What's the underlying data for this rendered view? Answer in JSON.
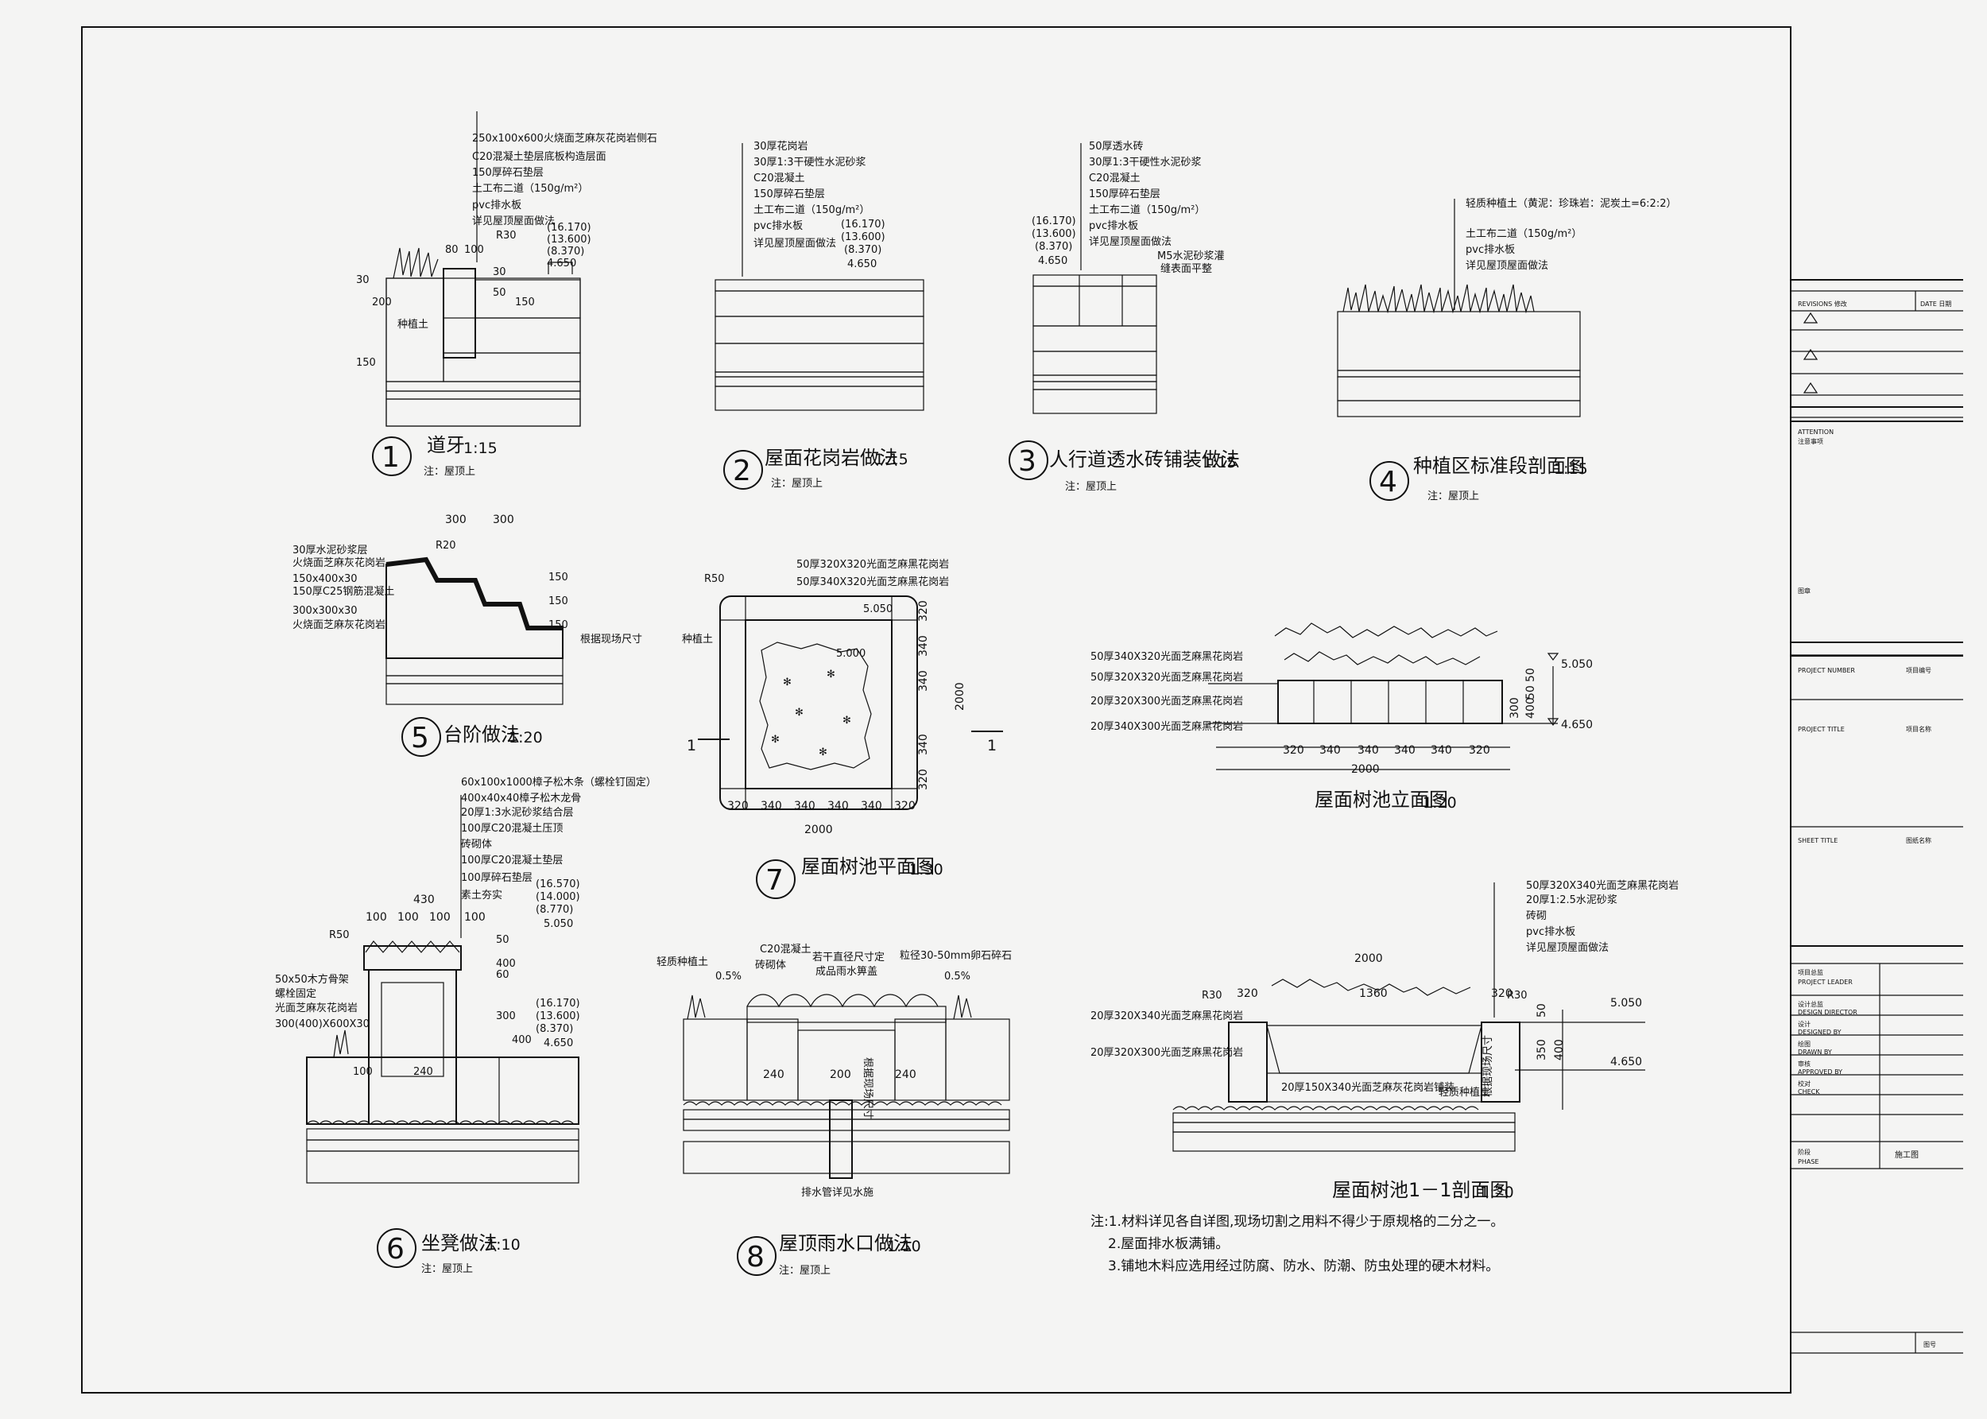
{
  "details": [
    {
      "num": "1",
      "title": "道牙",
      "scale": "1:15",
      "sub": "注：屋顶上",
      "layers": [
        "250x100x600火烧面芝麻灰花岗岩侧石",
        "C20混凝土垫层底板构造层面",
        "150厚碎石垫层",
        "土工布二道（150g/m²）",
        "pvc排水板",
        "详见屋顶屋面做法"
      ],
      "elev": [
        "(16.170)",
        "(13.600)",
        "(8.370)",
        "4.650"
      ],
      "dims": [
        "80",
        "100",
        "R30",
        "30",
        "200",
        "150",
        "30",
        "150",
        "50",
        "种植土"
      ]
    },
    {
      "num": "2",
      "title": "屋面花岗岩做法",
      "scale": "1:15",
      "sub": "注：屋顶上",
      "layers": [
        "30厚花岗岩",
        "30厚1:3干硬性水泥砂浆",
        "C20混凝土",
        "150厚碎石垫层",
        "土工布二道（150g/m²）",
        "pvc排水板",
        "详见屋顶屋面做法"
      ],
      "elev": [
        "(16.170)",
        "(13.600)",
        "(8.370)",
        "4.650"
      ]
    },
    {
      "num": "3",
      "title": "人行道透水砖铺装做法",
      "scale": "1:15",
      "sub": "注：屋顶上",
      "layers": [
        "50厚透水砖",
        "30厚1:3干硬性水泥砂浆",
        "C20混凝土",
        "150厚碎石垫层",
        "土工布二道（150g/m²）",
        "pvc排水板",
        "详见屋顶屋面做法"
      ],
      "elev": [
        "(16.170)",
        "(13.600)",
        "(8.370)",
        "4.650"
      ],
      "extra": [
        "M5水泥砂浆灌",
        "缝表面平整"
      ]
    },
    {
      "num": "4",
      "title": "种植区标准段剖面图",
      "scale": "1:15",
      "sub": "注：屋顶上",
      "layers": [
        "轻质种植土（黄泥：珍珠岩：泥炭土=6:2:2）",
        "土工布二道（150g/m²）",
        "pvc排水板",
        "详见屋顶屋面做法"
      ]
    },
    {
      "num": "5",
      "title": "台阶做法",
      "scale": "1:20",
      "layers": [
        "30厚水泥砂浆层",
        "火烧面芝麻灰花岗岩",
        "150x400x30",
        "150厚C25钢筋混凝土",
        "300x300x30",
        "火烧面芝麻灰花岗岩"
      ],
      "dims": [
        "300",
        "300",
        "R20",
        "150",
        "150",
        "150",
        "根据现场尺寸"
      ]
    },
    {
      "num": "6",
      "title": "坐凳做法",
      "scale": "1:10",
      "sub": "注：屋顶上",
      "layers": [
        "60x100x1000樟子松木条（螺栓钉固定）",
        "400x40x40樟子松木龙骨",
        "20厚1:3水泥砂浆结合层",
        "100厚C20混凝土压顶",
        "砖砌体",
        "100厚C20混凝土垫层",
        "100厚碎石垫层",
        "素土夯实"
      ],
      "elev1": [
        "(16.570)",
        "(14.000)",
        "(8.770)",
        "5.050"
      ],
      "elev2": [
        "(16.170)",
        "(13.600)",
        "(8.370)",
        "4.650"
      ],
      "dims": [
        "430",
        "100",
        "100",
        "100",
        "100",
        "R50",
        "50",
        "400",
        "60",
        "300",
        "400",
        "240",
        "100"
      ],
      "left": [
        "50x50木方骨架",
        "螺栓固定",
        "光面芝麻灰花岗岩",
        "300(400)X600X30"
      ]
    },
    {
      "num": "7",
      "title": "屋面树池平面图",
      "scale": "1:30",
      "layers": [
        "50厚320X320光面芝麻黑花岗岩",
        "50厚340X320光面芝麻黑花岗岩"
      ],
      "labels": [
        "种植土",
        "R50",
        "5.050",
        "5.000",
        "1",
        "1"
      ],
      "row": [
        "320",
        "340",
        "340",
        "340",
        "340",
        "320"
      ],
      "total": "2000",
      "col": [
        "320",
        "340",
        "340",
        "340",
        "320"
      ]
    },
    {
      "num": "8",
      "title": "屋顶雨水口做法",
      "scale": "1:10",
      "sub": "注：屋顶上",
      "labels": [
        "轻质种植土",
        "C20混凝土",
        "砖砌体",
        "若干直径尺寸定",
        "成品雨水箅盖",
        "粒径30-50mm卵石碎石",
        "0.5%",
        "0.5%",
        "240",
        "200",
        "240",
        "排水管详见水施",
        "根据现场尺寸"
      ]
    }
  ],
  "elevation": {
    "title": "屋面树池立面图",
    "scale": "1:20",
    "layers": [
      "50厚340X320光面芝麻黑花岗岩",
      "50厚320X320光面芝麻黑花岗岩",
      "20厚320X300光面芝麻黑花岗岩",
      "20厚340X300光面芝麻黑花岗岩"
    ],
    "row": [
      "320",
      "340",
      "340",
      "340",
      "340",
      "320"
    ],
    "total": "2000",
    "elev": [
      "5.050",
      "4.650"
    ],
    "side": [
      "50",
      "50",
      "300",
      "400"
    ]
  },
  "section": {
    "title": "屋面树池1－1剖面图",
    "scale": "1:20",
    "layers": [
      "50厚320X340光面芝麻黑花岗岩",
      "20厚1:2.5水泥砂浆",
      "砖砌",
      "pvc排水板",
      "详见屋顶屋面做法"
    ],
    "left": [
      "20厚320X340光面芝麻黑花岗岩",
      "20厚320X300光面芝麻黑花岗岩"
    ],
    "bottom": "20厚150X340光面芝麻灰花岗岩铺装",
    "labels": [
      "轻质种植土",
      "R30",
      "R30",
      "根据现场尺寸"
    ],
    "dims": [
      "2000",
      "320",
      "1360",
      "320",
      "50",
      "350",
      "400"
    ],
    "elev": [
      "5.050",
      "4.650"
    ]
  },
  "notes": [
    "注:1.材料详见各自详图,现场切割之用料不得少于原规格的二分之一。",
    "2.屋面排水板满铺。",
    "3.铺地木料应选用经过防腐、防水、防潮、防虫处理的硬木材料。"
  ],
  "titleblock": {
    "rev": "REVISIONS 修改",
    "date": "DATE 日期",
    "attention": "ATTENTION",
    "attention_cn": "注意事项",
    "seal": "图章",
    "project_number": "PROJECT NUMBER",
    "project_number_cn": "项目编号",
    "project_title": "PROJECT TITLE",
    "project_title_cn": "项目名称",
    "sheet_title": "SHEET TITLE",
    "sheet_title_cn": "图纸名称",
    "roles": [
      {
        "cn": "项目总监",
        "en": "PROJECT LEADER"
      },
      {
        "cn": "设计总监",
        "en": "DESIGN DIRECTOR"
      },
      {
        "cn": "设计",
        "en": "DESIGNED BY"
      },
      {
        "cn": "绘图",
        "en": "DRAWN BY"
      },
      {
        "cn": "审核",
        "en": "APPROVED BY"
      },
      {
        "cn": "校对",
        "en": "CHECK"
      }
    ],
    "phase_cn": "阶段",
    "phase_en": "PHASE",
    "phase_val": "施工图",
    "sheet_no": "图号"
  }
}
